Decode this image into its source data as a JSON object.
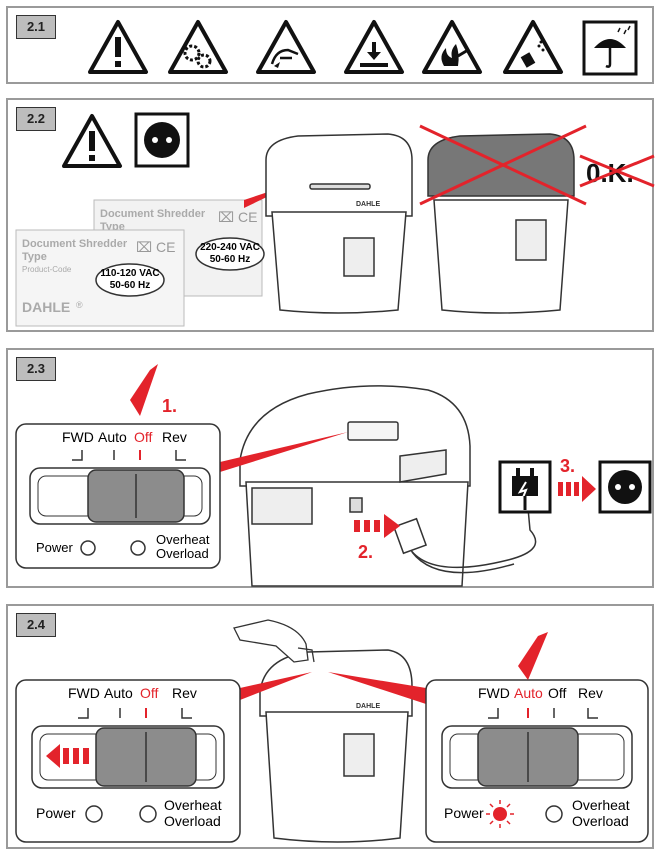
{
  "sections": {
    "s21": {
      "label": "2.1"
    },
    "s22": {
      "label": "2.2"
    },
    "s23": {
      "label": "2.3"
    },
    "s24": {
      "label": "2.4"
    }
  },
  "labels": {
    "model": "Document Shredder",
    "type": "Type",
    "product_code": "Product-Code",
    "voltage_eu": "220-240 VAC",
    "freq_eu": "50-60 Hz",
    "voltage_us": "110-120 VAC",
    "freq_us": "50-60 Hz",
    "brand": "DAHLE",
    "brand_reg": "®",
    "ok_text": "0.K."
  },
  "switch": {
    "fwd": "FWD",
    "auto": "Auto",
    "off": "Off",
    "rev": "Rev",
    "power": "Power",
    "overheat": "Overheat",
    "overload": "Overload"
  },
  "steps": {
    "one": "1.",
    "two": "2.",
    "three": "3."
  },
  "colors": {
    "accent": "#e3232b",
    "panel_border": "#9a9a9a",
    "badge": "#bdbdbd",
    "dark_gray": "#555555",
    "knob": "#8c8c8c"
  }
}
